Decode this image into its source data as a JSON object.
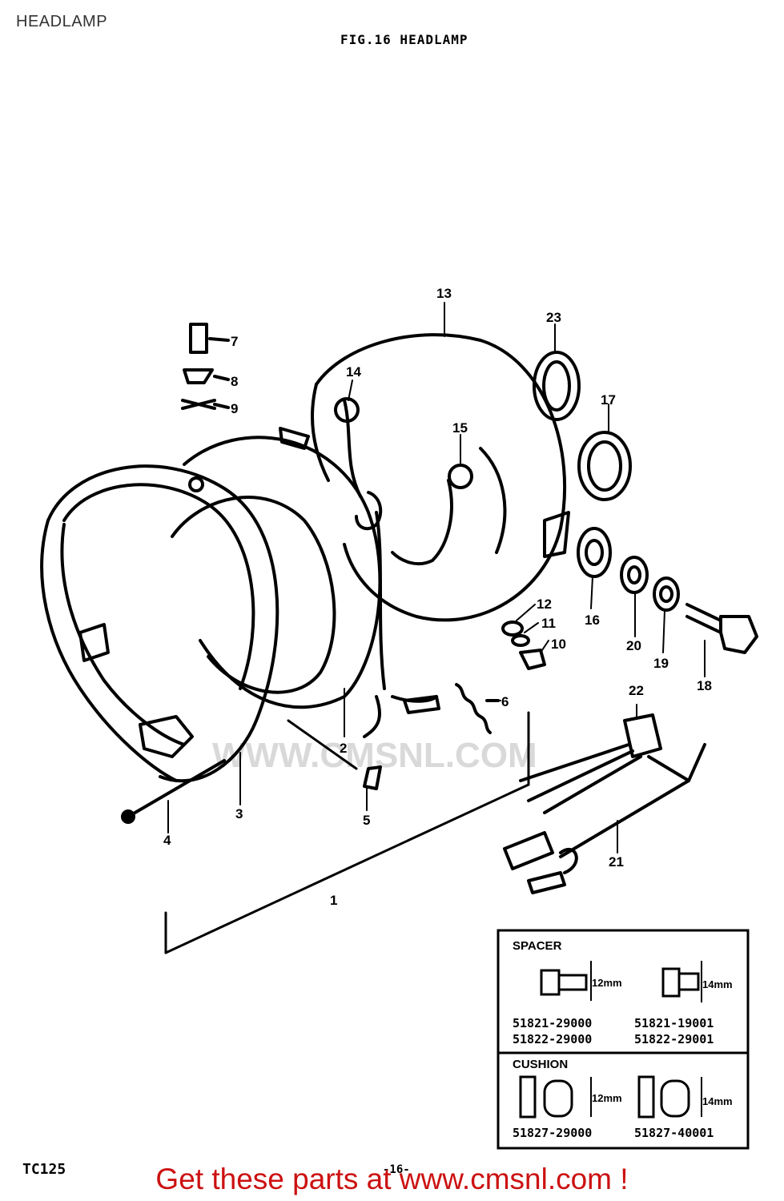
{
  "page_title": "HEADLAMP",
  "figure_title": "FIG.16 HEADLAMP",
  "model": "TC125",
  "page_number": "-16-",
  "promo": "Get these parts at www.cmsnl.com !",
  "watermark": "WWW.CMSNL.COM",
  "callouts": {
    "c1": "1",
    "c2": "2",
    "c3": "3",
    "c4": "4",
    "c5": "5",
    "c6": "6",
    "c7": "7",
    "c8": "8",
    "c9": "9",
    "c10": "10",
    "c11": "11",
    "c12": "12",
    "c13": "13",
    "c14": "14",
    "c15": "15",
    "c16": "16",
    "c17": "17",
    "c18": "18",
    "c19": "19",
    "c20": "20",
    "c21": "21",
    "c22": "22",
    "c23": "23"
  },
  "reference_table": {
    "spacer": {
      "title": "SPACER",
      "dim_a": "12mm",
      "dim_b": "14mm",
      "parts_a": [
        "51821-29000",
        "51822-29000"
      ],
      "parts_b": [
        "51821-19001",
        "51822-29001"
      ]
    },
    "cushion": {
      "title": "CUSHION",
      "dim_a": "12mm",
      "dim_b": "14mm",
      "parts_a": [
        "51827-29000"
      ],
      "parts_b": [
        "51827-40001"
      ]
    }
  },
  "colors": {
    "promo": "#cc1111",
    "line": "#000000",
    "watermark": "#d9d9d9"
  }
}
